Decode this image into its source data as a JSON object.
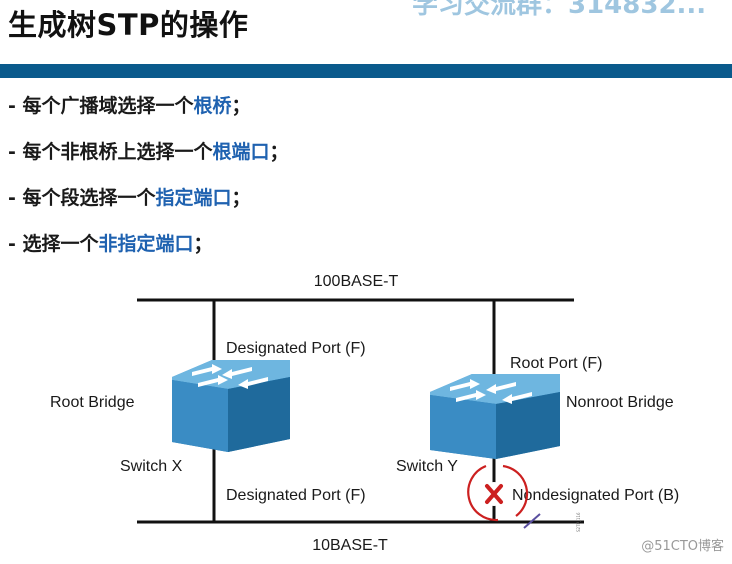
{
  "slide": {
    "title": "生成树STP的操作",
    "watermark_top": "学习交流群：314832..."
  },
  "bullets": [
    {
      "prefix": "- 每个广播域选择一个",
      "highlight": "根桥",
      "suffix": "；"
    },
    {
      "prefix": "- 每个非根桥上选择一个",
      "highlight": "根端口",
      "suffix": "；"
    },
    {
      "prefix": "- 每个段选择一个",
      "highlight": "指定端口",
      "suffix": "；"
    },
    {
      "prefix": "- 选择一个",
      "highlight": "非指定端口",
      "suffix": "；"
    }
  ],
  "diagram": {
    "segment_top": "100BASE-T",
    "segment_bottom": "10BASE-T",
    "switch_x": {
      "bridge_label": "Root Bridge",
      "name": "Switch X",
      "port_top": "Designated Port (F)",
      "port_bottom": "Designated Port (F)"
    },
    "switch_y": {
      "bridge_label": "Nonroot Bridge",
      "name": "Switch Y",
      "port_top": "Root Port (F)",
      "port_bottom": "Nondesignated Port (B)"
    },
    "figure_code": "S2TP_116",
    "credit": "@51CTO博客"
  },
  "colors": {
    "header_bar": "#0a5a8c",
    "highlight": "#1f62b0",
    "switch_top": "#5aa7d6",
    "switch_side": "#2a7bb3",
    "blocked_port": "#cc2020"
  }
}
